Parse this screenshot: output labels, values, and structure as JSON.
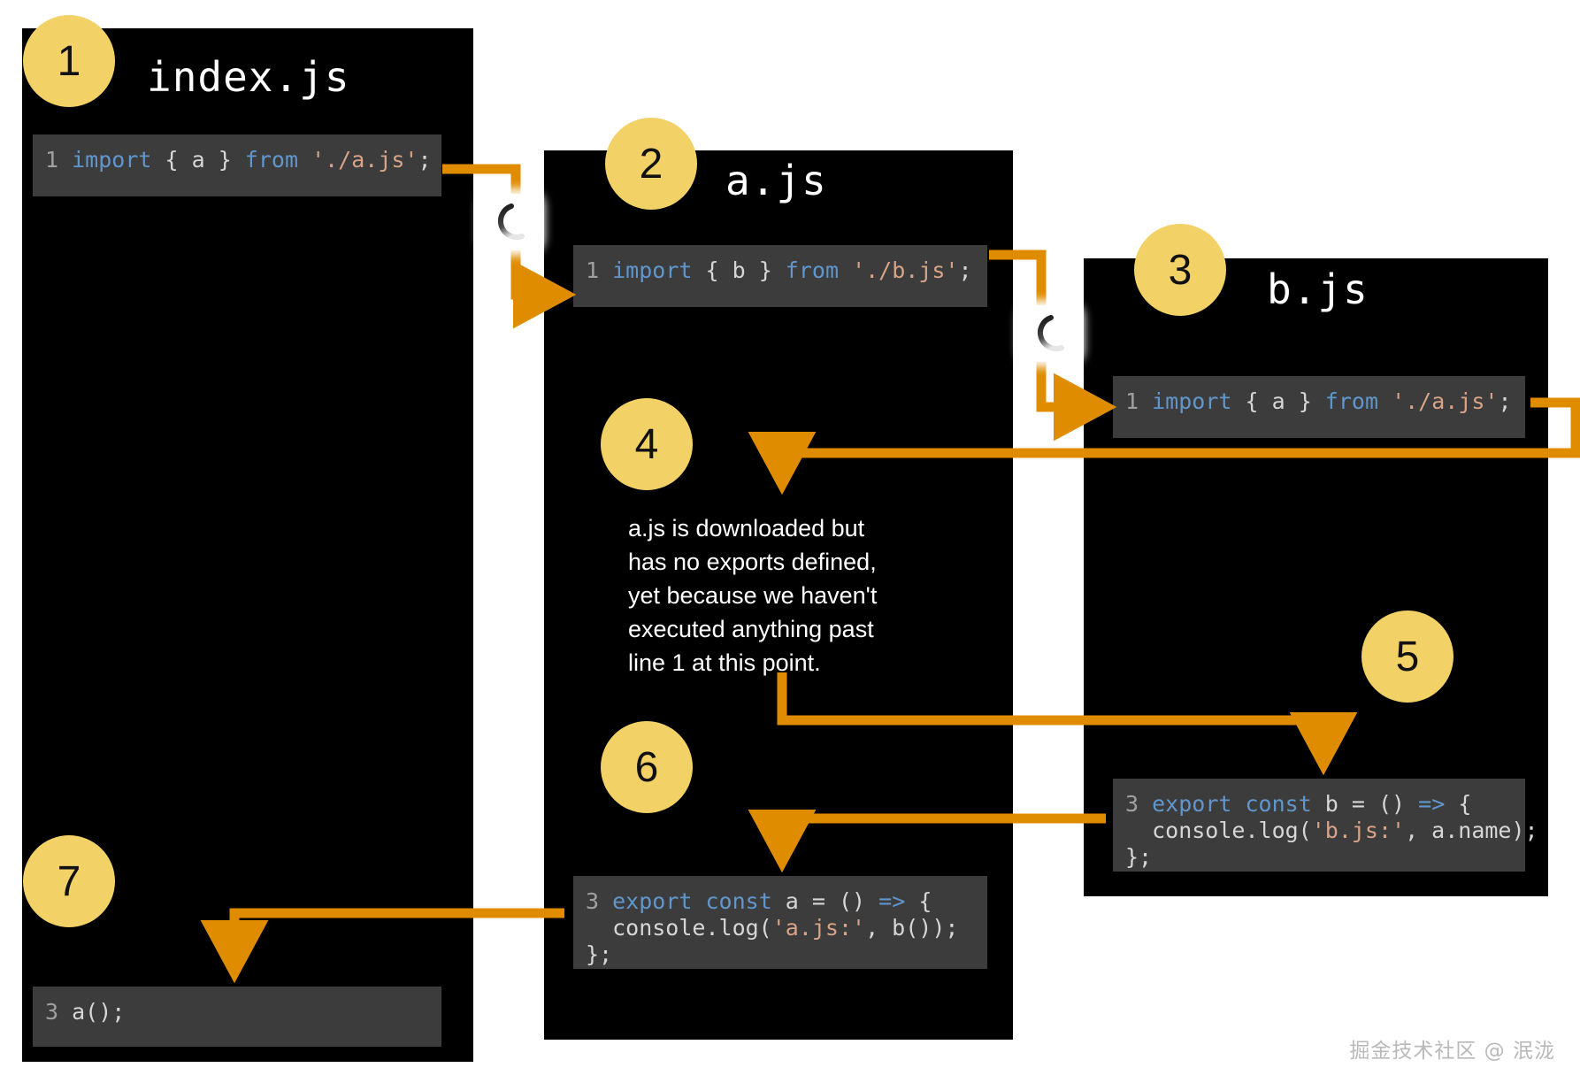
{
  "colors": {
    "badge": "#f2d166",
    "arrow": "#e08c00",
    "panel_bg": "#000000",
    "code_bg": "#3c3c3c",
    "code_text": "#d6d6d6",
    "keyword": "#6196cc",
    "string": "#d8a488",
    "line_number": "#a0a0a0",
    "canvas": "#ffffff",
    "watermark": "#b9b9b9"
  },
  "panels": [
    {
      "id": "index-js",
      "title": "index.js",
      "badge": "1",
      "code_blocks": [
        {
          "id": "index-import-a",
          "line_no": "1",
          "text": "import { a } from './a.js';"
        },
        {
          "id": "index-call-a",
          "line_no": "3",
          "text": "a();"
        }
      ]
    },
    {
      "id": "a-js",
      "title": "a.js",
      "badge": "2",
      "code_blocks": [
        {
          "id": "a-import-b",
          "line_no": "1",
          "text": "import { b } from './b.js';"
        },
        {
          "id": "a-export-a",
          "line_no": "3",
          "text": "export const a = () => {\n  console.log('a.js:', b());\n};"
        }
      ]
    },
    {
      "id": "b-js",
      "title": "b.js",
      "badge": "3",
      "code_blocks": [
        {
          "id": "b-import-a",
          "line_no": "1",
          "text": "import { a } from './a.js';"
        },
        {
          "id": "b-export-b",
          "line_no": "3",
          "text": "export const b = () => {\n  console.log('b.js:', a.name);\n};"
        }
      ]
    }
  ],
  "badges": {
    "one": "1",
    "two": "2",
    "three": "3",
    "four": "4",
    "five": "5",
    "six": "6",
    "seven": "7"
  },
  "note": {
    "id": "a-js-no-exports-note",
    "text": "a.js is downloaded but\nhas no exports defined,\nyet because we haven't\nexecuted anything past\nline 1 at this point."
  },
  "spinners": [
    {
      "id": "spinner-index-to-a",
      "label": "loading-spinner"
    },
    {
      "id": "spinner-a-to-b",
      "label": "loading-spinner"
    }
  ],
  "code_tokens": {
    "index_import_a": {
      "line_no": "1",
      "kw_import": "import",
      "braces": " { a } ",
      "kw_from": "from",
      "str_path": " './a.js'",
      "semi": ";"
    },
    "a_import_b": {
      "line_no": "1",
      "kw_import": "import",
      "braces": " { b } ",
      "kw_from": "from",
      "str_path": " './b.js'",
      "semi": ";"
    },
    "b_import_a": {
      "line_no": "1",
      "kw_import": "import",
      "braces": " { a } ",
      "kw_from": "from",
      "str_path": " './a.js'",
      "semi": ";"
    },
    "b_export_b": {
      "line_no": "3",
      "kw_export": "export",
      "kw_const": " const",
      "name": " b = () ",
      "arrow": "=>",
      "open": " {",
      "body_pre": "\n  console.log(",
      "body_str": "'b.js:'",
      "body_post": ", a.name);\n};"
    },
    "a_export_a": {
      "line_no": "3",
      "kw_export": "export",
      "kw_const": " const",
      "name": " a = () ",
      "arrow": "=>",
      "open": " {",
      "body_pre": "\n  console.log(",
      "body_str": "'a.js:'",
      "body_post": ", b());\n};"
    },
    "index_call_a": {
      "line_no": "3",
      "text": "a();"
    }
  },
  "watermark": "掘金技术社区 @ 泯泷"
}
